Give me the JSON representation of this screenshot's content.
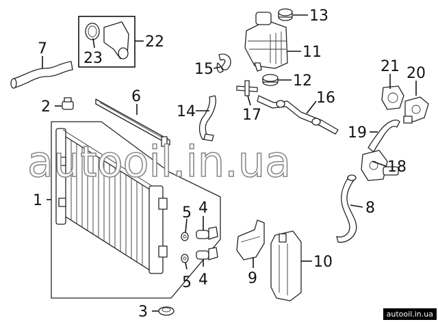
{
  "watermark": "autooil.in.ua",
  "site_label": "autooil.in.ua",
  "callouts": {
    "c1": "1",
    "c2": "2",
    "c3": "3",
    "c4a": "4",
    "c4b": "4",
    "c5a": "5",
    "c5b": "5",
    "c6": "6",
    "c7": "7",
    "c8": "8",
    "c9": "9",
    "c10": "10",
    "c11": "11",
    "c12": "12",
    "c13": "13",
    "c14": "14",
    "c15": "15",
    "c16": "16",
    "c17": "17",
    "c18": "18",
    "c19": "19",
    "c20": "20",
    "c21": "21",
    "c22": "22",
    "c23": "23"
  }
}
